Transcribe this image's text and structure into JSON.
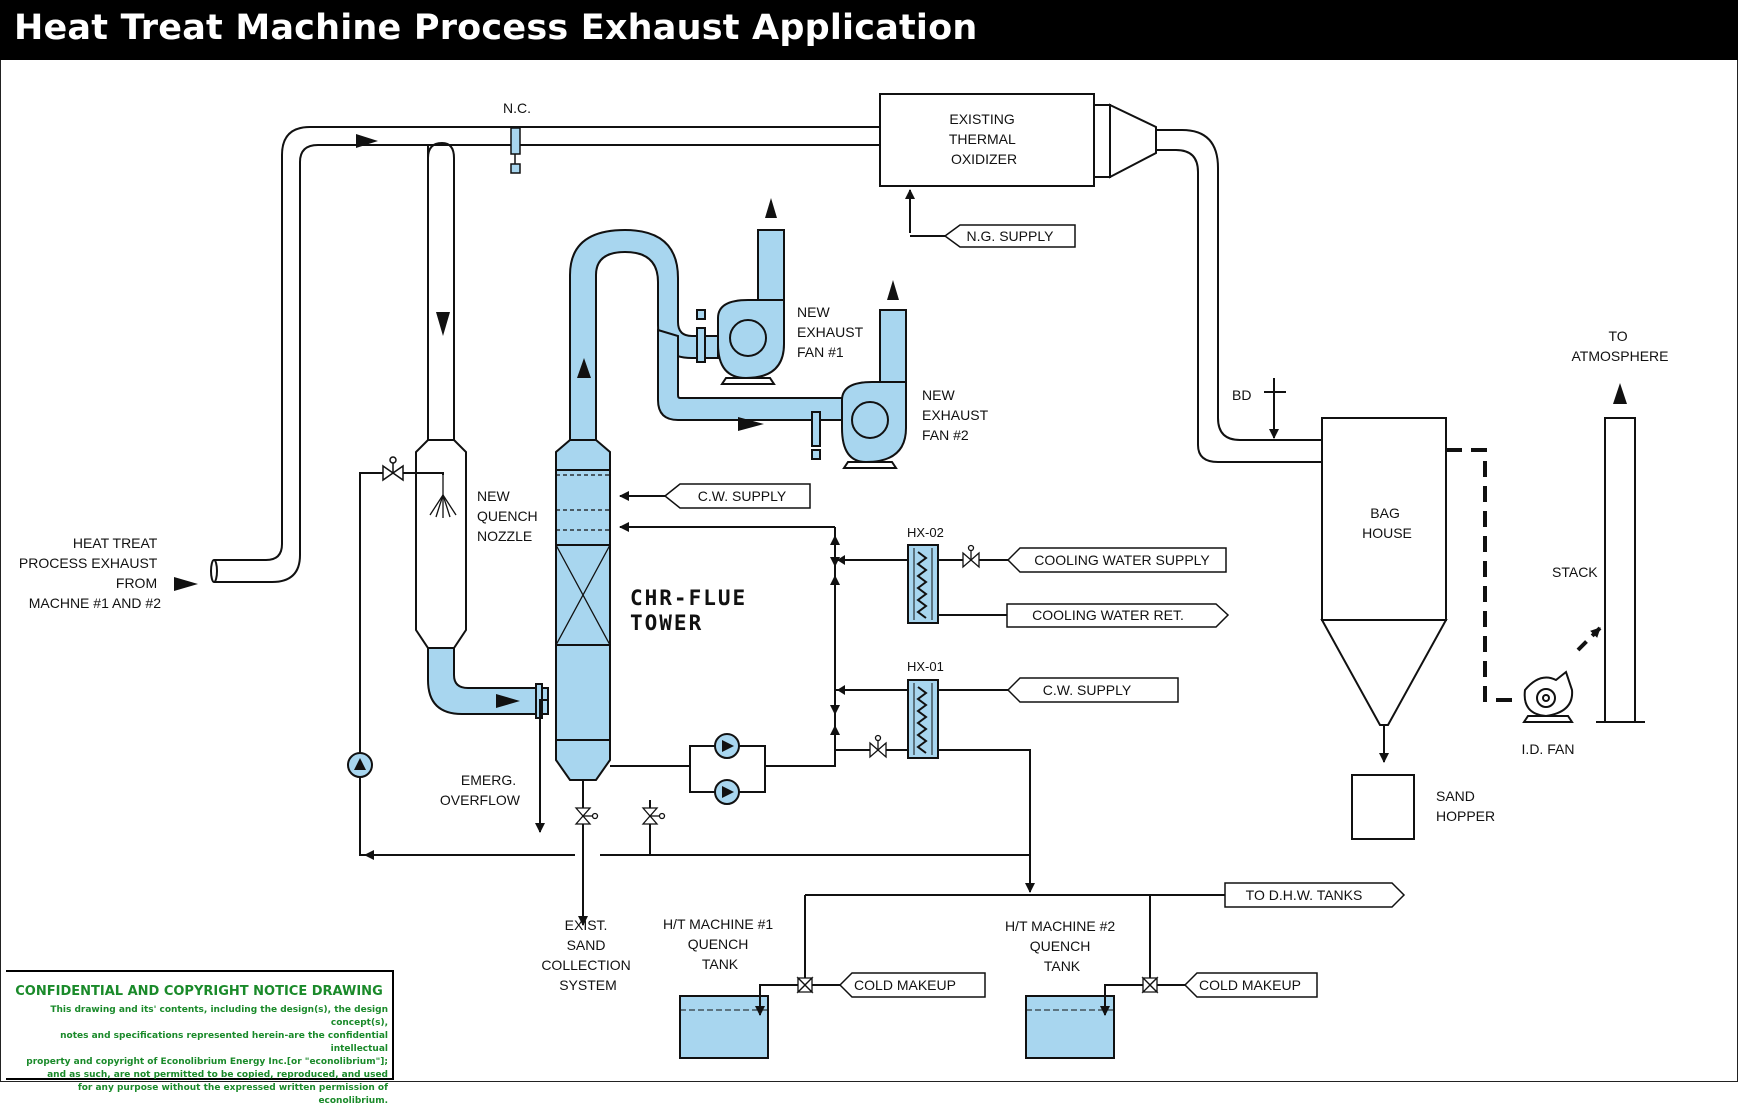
{
  "title": "Heat Treat Machine Process Exhaust Application",
  "colors": {
    "process_fill": "#a8d6ef",
    "line": "#111111",
    "notice_text": "#1a8a2a",
    "title_bg": "#000000"
  },
  "labels": {
    "nc": "N.C.",
    "thermal_oxidizer": [
      "EXISTING",
      "THERMAL",
      "OXIDIZER"
    ],
    "ng_supply": "N.G. SUPPLY",
    "exhaust_fan_1": [
      "NEW",
      "EXHAUST",
      "FAN #1"
    ],
    "exhaust_fan_2": [
      "NEW",
      "EXHAUST",
      "FAN #2"
    ],
    "bd": "BD",
    "to_atmosphere": [
      "TO",
      "ATMOSPHERE"
    ],
    "inlet": [
      "HEAT TREAT",
      "PROCESS EXHAUST",
      "FROM",
      "MACHNE #1 AND #2"
    ],
    "quench_nozzle": [
      "NEW",
      "QUENCH",
      "NOZZLE"
    ],
    "cw_supply_top": "C.W. SUPPLY",
    "hx02": "HX-02",
    "cooling_water_supply": "COOLING WATER SUPPLY",
    "cooling_water_ret": "COOLING WATER RET.",
    "tower": [
      "CHR-FLUE",
      "TOWER"
    ],
    "hx01": "HX-01",
    "cw_supply_hx01": "C.W. SUPPLY",
    "bag_house": [
      "BAG",
      "HOUSE"
    ],
    "stack": "STACK",
    "id_fan": "I.D. FAN",
    "sand_hopper": [
      "SAND",
      "HOPPER"
    ],
    "emerg_overflow": [
      "EMERG.",
      "OVERFLOW"
    ],
    "sand_collection": [
      "EXIST.",
      "SAND",
      "COLLECTION",
      "SYSTEM"
    ],
    "to_dhw": "TO D.H.W. TANKS",
    "machine1_tank": [
      "H/T MACHINE #1",
      "QUENCH",
      "TANK"
    ],
    "machine2_tank": [
      "H/T MACHINE #2",
      "QUENCH",
      "TANK"
    ],
    "cold_makeup_1": "COLD MAKEUP",
    "cold_makeup_2": "COLD MAKEUP"
  },
  "notice": {
    "heading": "CONFIDENTIAL AND COPYRIGHT NOTICE DRAWING",
    "body": "This drawing and its' contents, including the design(s), the design concept(s),\nnotes and specifications represented herein-are the confidential intellectual\nproperty and copyright of Econolibrium Energy Inc.[or \"econolibrium\"];\nand as such, are not permitted to be copied, reproduced, and used\nfor any purpose without the expressed written permission of econolibrium."
  }
}
